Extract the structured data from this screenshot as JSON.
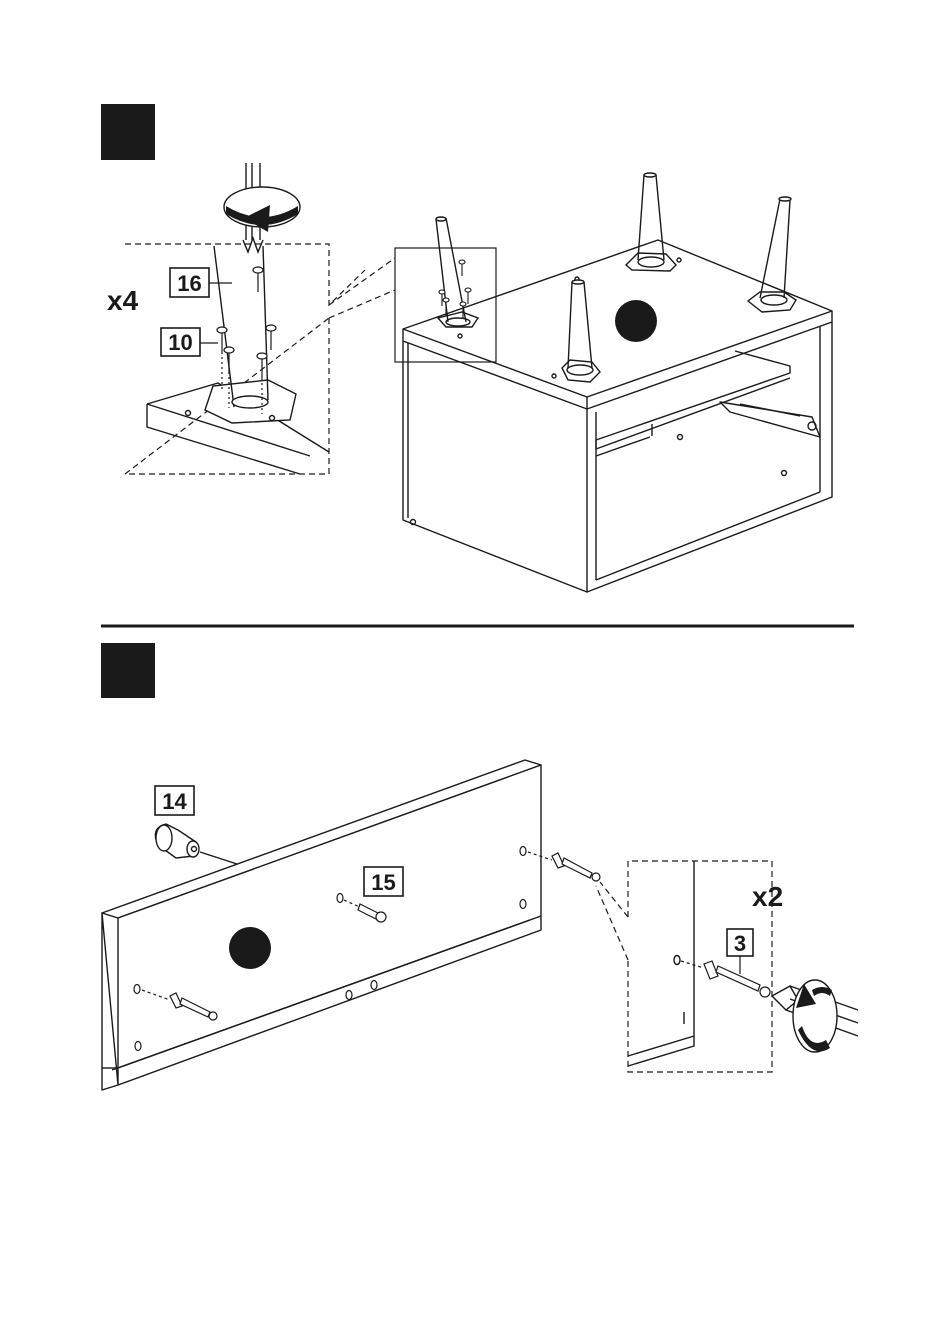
{
  "steps": [
    {
      "multiplier": "x4",
      "part_labels": [
        "16",
        "10"
      ]
    },
    {
      "multiplier": "x2",
      "part_labels": [
        "14",
        "15",
        "3"
      ]
    }
  ],
  "colors": {
    "ink": "#1a1a1a",
    "paper": "#ffffff"
  }
}
